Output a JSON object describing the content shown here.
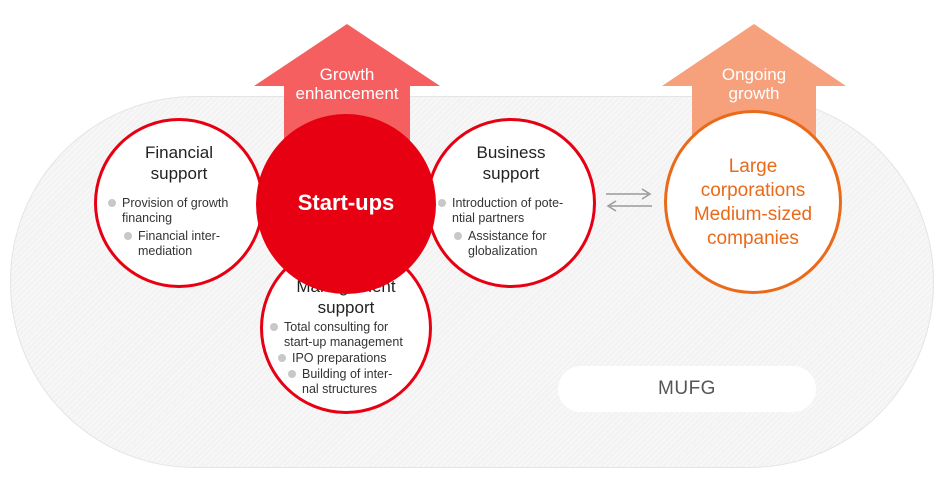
{
  "arrows": {
    "growth": {
      "label_line1": "Growth",
      "label_line2": "enhancement",
      "color": "#f55f5f"
    },
    "ongoing": {
      "label_line1": "Ongoing",
      "label_line2": "growth",
      "color": "#f6a07c"
    }
  },
  "financial": {
    "title_line1": "Financial",
    "title_line2": "support",
    "items": [
      {
        "line1": "Provision of growth",
        "line2": "financing"
      },
      {
        "line1": "Financial inter-",
        "line2": "mediation"
      }
    ]
  },
  "startups": {
    "label": "Start-ups",
    "color": "#e60012"
  },
  "business": {
    "title_line1": "Business",
    "title_line2": "support",
    "items": [
      {
        "line1": "Introduction of pote-",
        "line2": "ntial partners"
      },
      {
        "line1": "Assistance for",
        "line2": "globalization"
      }
    ]
  },
  "management": {
    "title_line1": "Management",
    "title_line2": "support",
    "items": [
      {
        "line1": "Total consulting for",
        "line2": "start-up management"
      },
      {
        "line1": "IPO preparations",
        "line2": ""
      },
      {
        "line1": "Building of inter-",
        "line2": "nal structures"
      }
    ]
  },
  "corporations": {
    "line1": "Large",
    "line2": "corporations",
    "line3": "Medium-sized",
    "line4": "companies",
    "color": "#ea6a1a"
  },
  "mufg": {
    "label": "MUFG"
  }
}
